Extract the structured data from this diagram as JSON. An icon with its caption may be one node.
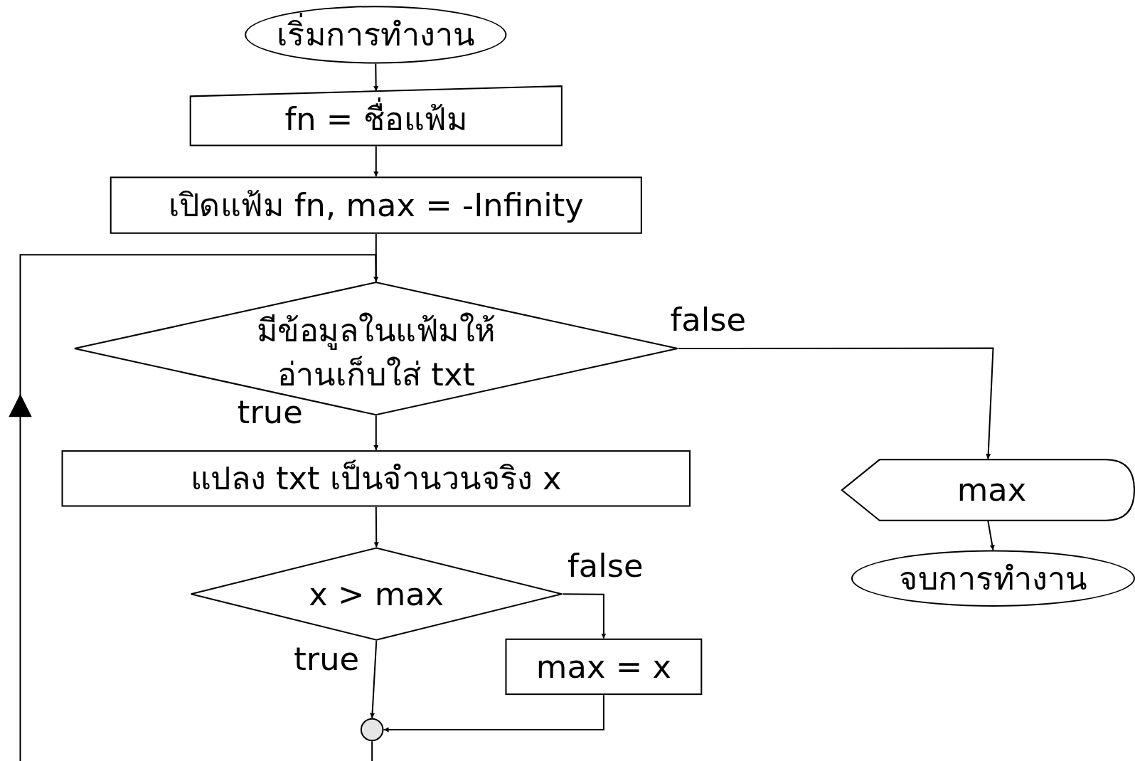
{
  "diagram": {
    "nodes": [
      {
        "text": [
          "เริ่มการทำงาน"
        ]
      },
      {
        "text": [
          "fn = ชื่อแฟ้ม"
        ]
      },
      {
        "text": [
          "เปิดแฟ้ม fn,  max = -Infinity"
        ]
      },
      {
        "text": [
          "มีข้อมูลในแฟ้มให้อ่านเก็บใส่ txt"
        ]
      },
      {
        "text": [
          "แปลง txt เป็นจำนวนจริง x"
        ]
      },
      {
        "text": [
          "x > max"
        ]
      },
      {
        "text": [
          "max = x"
        ]
      },
      {
        "text": [],
        "shape": "circle"
      },
      {
        "text": [
          "max"
        ]
      },
      {
        "text": [
          "จบการทำงาน"
        ]
      }
    ],
    "edges": [
      {
        "from": 0,
        "to": 1,
        "arrow": "to"
      },
      {
        "from": 1,
        "to": 2,
        "arrow": "to"
      },
      {
        "from": 2,
        "to": 3,
        "arrow": "to"
      },
      {
        "from": 3,
        "to": 8,
        "arrow": "to",
        "label": "false"
      },
      {
        "from": 3,
        "to": 4,
        "arrow": "to",
        "label": "true"
      },
      {
        "from": 4,
        "to": 5,
        "arrow": "to"
      },
      {
        "from": 5,
        "to": 7,
        "arrow": "to",
        "label": "true"
      },
      {
        "from": 5,
        "to": 6,
        "arrow": "to",
        "label": "false"
      },
      {
        "from": 6,
        "to": 7,
        "arrow": "to"
      },
      {
        "from": 7,
        "to": 3,
        "arrow": "to"
      },
      {
        "from": 8,
        "to": 9,
        "arrow": "to"
      }
    ]
  }
}
